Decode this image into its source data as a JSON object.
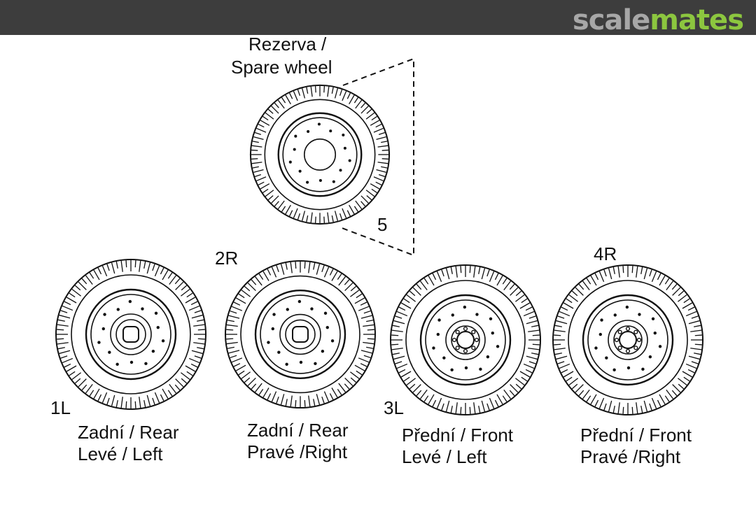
{
  "header": {
    "logo_part1": "scale",
    "logo_part2": "mates",
    "logo_color_gray": "#a7a7a7",
    "logo_color_green": "#8cc63f",
    "bar_color": "#3d3d3d"
  },
  "spare": {
    "line1": "Rezerva /",
    "line2": "Spare wheel",
    "callout_number": "5"
  },
  "wheels": [
    {
      "id": "1L",
      "line1": "Zadní / Rear",
      "line2": "Levé / Left"
    },
    {
      "id": "2R",
      "line1": "Zadní / Rear",
      "line2": "Pravé /Right"
    },
    {
      "id": "3L",
      "line1": "Přední / Front",
      "line2": "Levé / Left"
    },
    {
      "id": "4R",
      "line1": "Přední / Front",
      "line2": "Pravé /Right"
    }
  ]
}
